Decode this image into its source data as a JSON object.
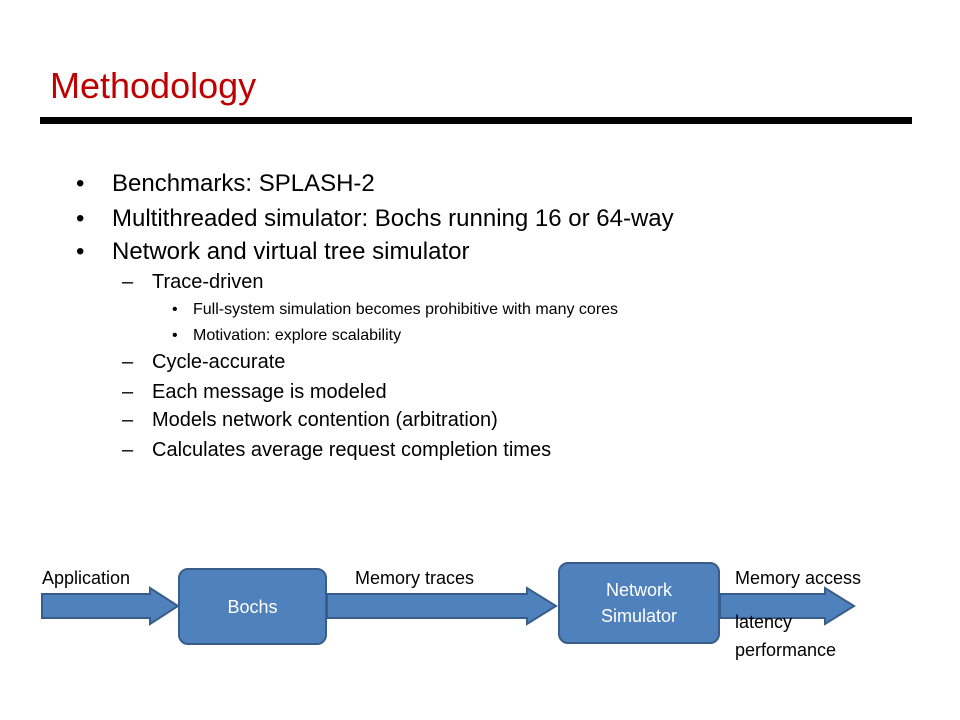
{
  "slide": {
    "title": "Methodology",
    "bullets": [
      {
        "level": 1,
        "text": "Benchmarks: SPLASH-2"
      },
      {
        "level": 1,
        "text": "Multithreaded simulator: Bochs running 16 or 64-way"
      },
      {
        "level": 1,
        "text": "Network and virtual tree simulator"
      },
      {
        "level": 2,
        "text": "Trace-driven"
      },
      {
        "level": 3,
        "text": "Full-system simulation becomes prohibitive with many cores"
      },
      {
        "level": 3,
        "text": "Motivation: explore scalability"
      },
      {
        "level": 2,
        "text": "Cycle-accurate"
      },
      {
        "level": 2,
        "text": "Each message is modeled"
      },
      {
        "level": 2,
        "text": "Models network contention (arbitration)"
      },
      {
        "level": 2,
        "text": "Calculates average request completion times"
      }
    ]
  },
  "diagram": {
    "application_label": "Application",
    "bochs_box": "Bochs",
    "memory_traces_label": "Memory traces",
    "network_simulator_box_line1": "Network",
    "network_simulator_box_line2": "Simulator",
    "output_label_line1": "Memory access",
    "output_label_line2": "latency",
    "output_label_line3": "performance",
    "colors": {
      "box_fill": "#4f81bd",
      "box_border": "#385d8a",
      "title": "#c00000"
    }
  }
}
